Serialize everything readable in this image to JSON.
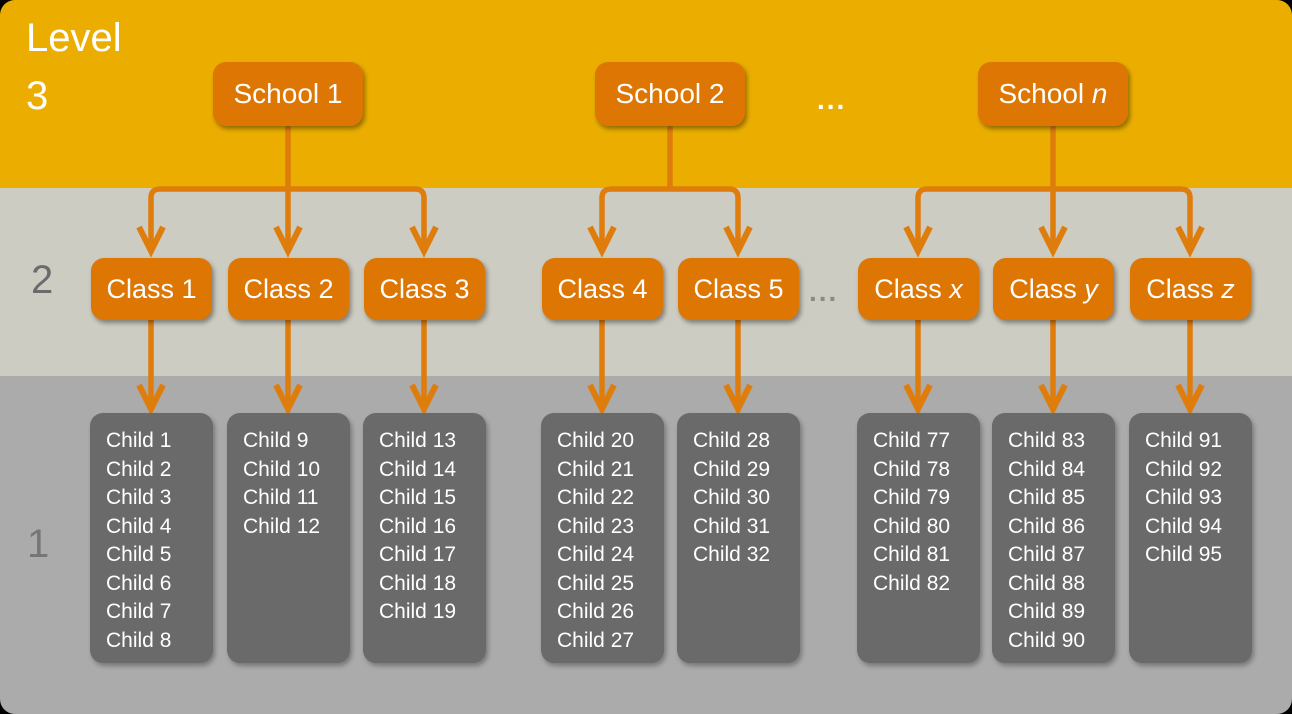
{
  "colors": {
    "frame_background": "#000000",
    "level3_band": "#EBAE00",
    "level2_band": "#CDCCC2",
    "level1_band": "#ABABAB",
    "node_orange": "#DD7603",
    "arrow_orange": "#DF7D0C",
    "child_box_gray": "#6A6A6A",
    "level2_number_text": "#6B6B6E",
    "level1_number_text": "#767676",
    "classes_ellipsis_gray": "#8B8B85"
  },
  "levels": {
    "label": "Level",
    "level3_number": "3",
    "level2_number": "2",
    "level1_number": "1"
  },
  "ellipsis": {
    "schools": "...",
    "classes": "..."
  },
  "schools": [
    {
      "prefix": "School ",
      "suffix": "1",
      "suffix_italic": false,
      "class_indices": [
        0,
        1,
        2
      ]
    },
    {
      "prefix": "School ",
      "suffix": "2",
      "suffix_italic": false,
      "class_indices": [
        3,
        4
      ]
    },
    {
      "prefix": "School ",
      "suffix": "n",
      "suffix_italic": true,
      "class_indices": [
        5,
        6,
        7
      ]
    }
  ],
  "classes": [
    {
      "prefix": "Class ",
      "suffix": "1",
      "suffix_italic": false
    },
    {
      "prefix": "Class ",
      "suffix": "2",
      "suffix_italic": false
    },
    {
      "prefix": "Class ",
      "suffix": "3",
      "suffix_italic": false
    },
    {
      "prefix": "Class ",
      "suffix": "4",
      "suffix_italic": false
    },
    {
      "prefix": "Class ",
      "suffix": "5",
      "suffix_italic": false
    },
    {
      "prefix": "Class ",
      "suffix": "x",
      "suffix_italic": true
    },
    {
      "prefix": "Class ",
      "suffix": "y",
      "suffix_italic": true
    },
    {
      "prefix": "Class ",
      "suffix": "z",
      "suffix_italic": true
    }
  ],
  "children_groups": [
    [
      "Child 1",
      "Child 2",
      "Child 3",
      "Child 4",
      "Child 5",
      "Child 6",
      "Child 7",
      "Child 8"
    ],
    [
      "Child 9",
      "Child 10",
      "Child 11",
      "Child 12"
    ],
    [
      "Child 13",
      "Child 14",
      "Child 15",
      "Child 16",
      "Child 17",
      "Child 18",
      "Child 19"
    ],
    [
      "Child 20",
      "Child 21",
      "Child 22",
      "Child 23",
      "Child 24",
      "Child 25",
      "Child 26",
      "Child 27"
    ],
    [
      "Child 28",
      "Child 29",
      "Child 30",
      "Child 31",
      "Child 32"
    ],
    [
      "Child 77",
      "Child 78",
      "Child 79",
      "Child 80",
      "Child 81",
      "Child 82"
    ],
    [
      "Child 83",
      "Child 84",
      "Child 85",
      "Child 86",
      "Child 87",
      "Child 88",
      "Child 89",
      "Child 90"
    ],
    [
      "Child 91",
      "Child 92",
      "Child 93",
      "Child 94",
      "Child 95"
    ]
  ]
}
